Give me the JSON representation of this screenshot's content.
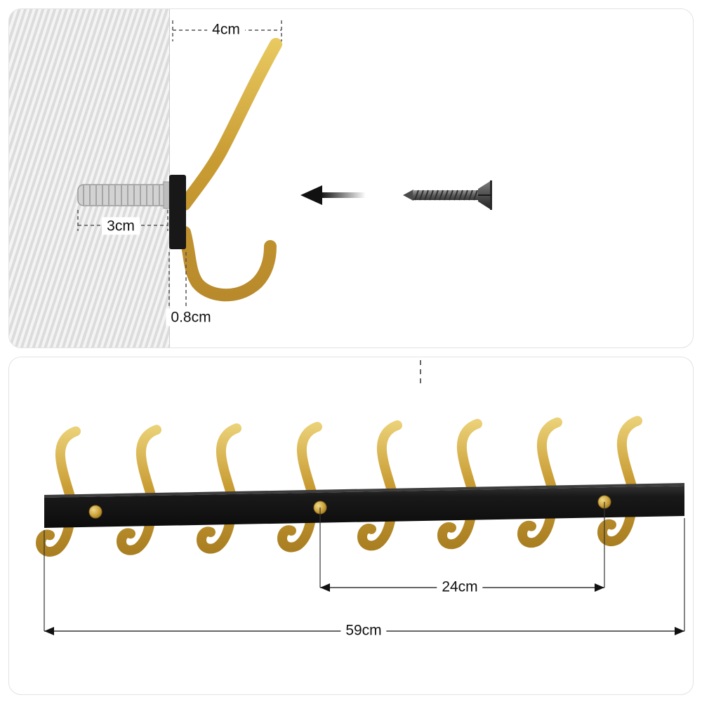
{
  "diagram": {
    "title": "Coat hook rack mounting and size diagram",
    "top_panel": {
      "hook_depth_label": "4cm",
      "anchor_length_label": "3cm",
      "plate_thickness_label": "0.8cm"
    },
    "bottom_panel": {
      "screw_spacing_label": "24cm",
      "total_length_label": "59cm",
      "hook_count": 8,
      "knob_count": 3
    },
    "icons": {
      "wall_hatch": "diagonal-stripes",
      "insertion_arrow": "left-arrow-fading-tail",
      "screw": "countersunk-screw-side-view",
      "wall_anchor": "expansion-plug"
    },
    "colors": {
      "gold": "#C99C33",
      "gold_light": "#EBD279",
      "gold_dark": "#9E7618",
      "rail_black": "#141414",
      "label_text": "#111111",
      "wall_stripe": "#dcdcdc"
    }
  }
}
